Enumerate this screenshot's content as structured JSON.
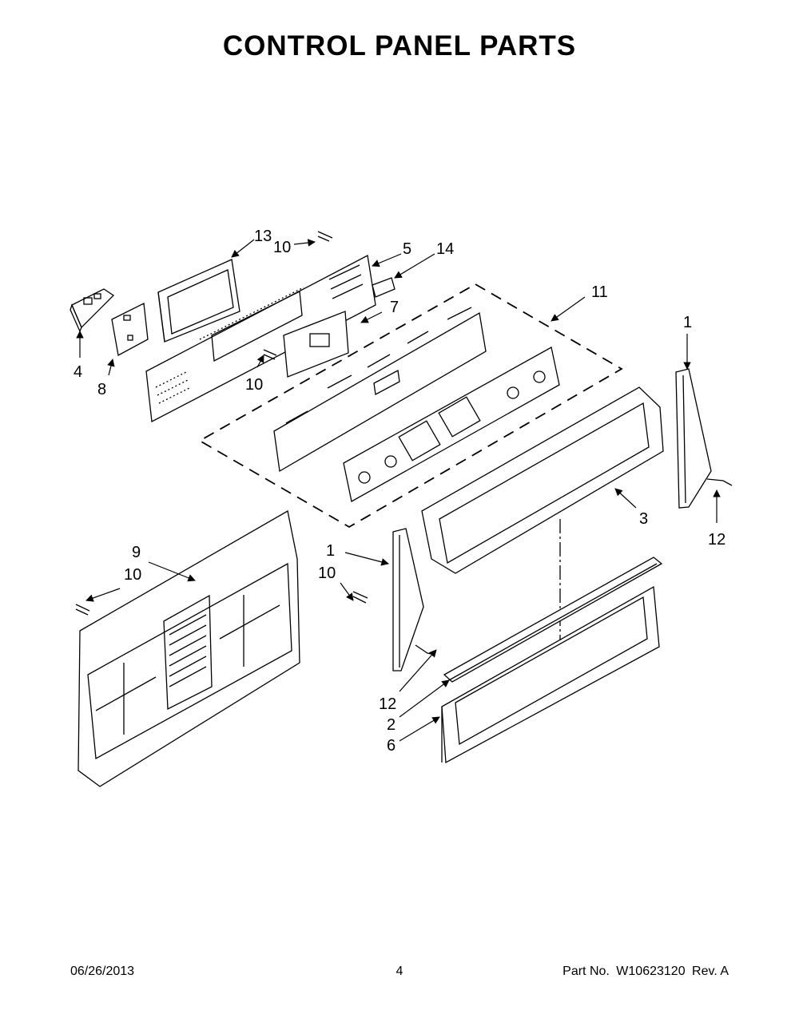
{
  "title": "CONTROL PANEL PARTS",
  "callouts": {
    "c13": "13",
    "c10a": "10",
    "c5": "5",
    "c14": "14",
    "c7": "7",
    "c11": "11",
    "c1a": "1",
    "c4": "4",
    "c8": "8",
    "c10b": "10",
    "c3": "3",
    "c12a": "12",
    "c9": "9",
    "c10c": "10",
    "c1b": "1",
    "c10d": "10",
    "c12b": "12",
    "c2": "2",
    "c6": "6"
  },
  "footer": {
    "date": "06/26/2013",
    "page": "4",
    "part_label": "Part No.",
    "part_number": "W10623120",
    "rev": "Rev.  A"
  }
}
